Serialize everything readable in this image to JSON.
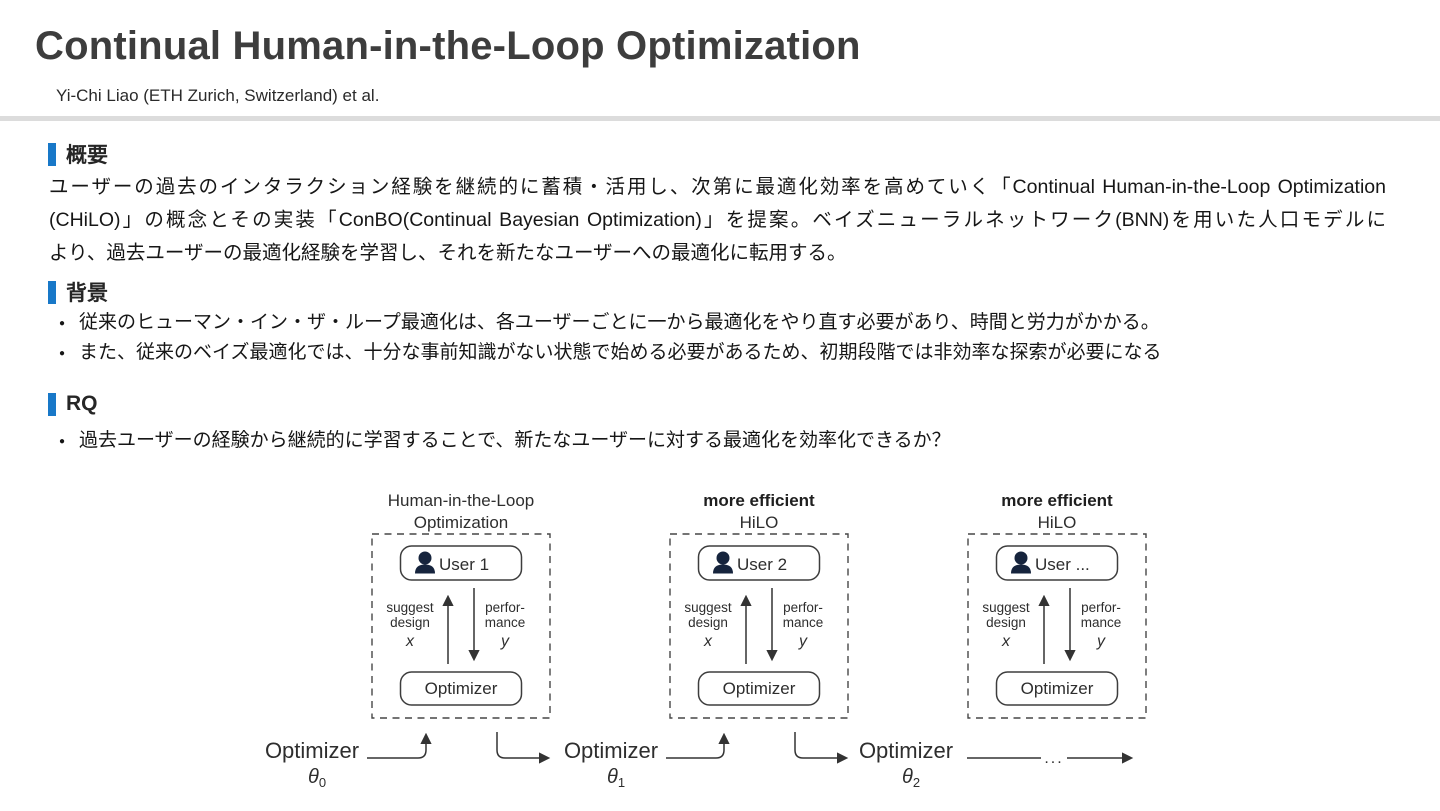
{
  "header": {
    "title": "Continual Human-in-the-Loop Optimization",
    "authors": "Yi-Chi Liao (ETH Zurich, Switzerland) et al."
  },
  "sections": {
    "overview": {
      "heading": "概要",
      "lines": [
        "ユーザーの過去のインタラクション経験を継続的に蓄積・活用し、次第に最適化効率を高めていく「Continual Human-in-the-Loop Optimization",
        "(CHiLO)」の概念とその実装「ConBO(Continual Bayesian Optimization)」を提案。ベイズニューラルネットワーク(BNN)を用いた人口モデルに",
        "より、過去ユーザーの最適化経験を学習し、それを新たなユーザーへの最適化に転用する。"
      ]
    },
    "background": {
      "heading": "背景",
      "bullets": [
        "従来のヒューマン・イン・ザ・ループ最適化は、各ユーザーごとに一から最適化をやり直す必要があり、時間と労力がかかる。",
        "また、従来のベイズ最適化では、十分な事前知識がない状態で始める必要があるため、初期段階では非効率な探索が必要になる"
      ]
    },
    "rq": {
      "heading": "RQ",
      "bullets": [
        "過去ユーザーの経験から継続的に学習することで、新たなユーザーに対する最適化を効率化できるか？"
      ]
    }
  },
  "figure": {
    "panels": [
      {
        "title1": "Human-in-the-Loop",
        "title2": "Optimization",
        "user": "User 1",
        "optimizer": "Optimizer",
        "suggest1": "suggest",
        "suggest2": "design",
        "suggest_var": "x",
        "perf1": "perfor-",
        "perf2": "mance",
        "perf_var": "y"
      },
      {
        "title1": "more efficient",
        "title2": "HiLO",
        "user": "User 2",
        "optimizer": "Optimizer",
        "suggest1": "suggest",
        "suggest2": "design",
        "suggest_var": "x",
        "perf1": "perfor-",
        "perf2": "mance",
        "perf_var": "y"
      },
      {
        "title1": "more efficient",
        "title2": "HiLO",
        "user": "User ...",
        "optimizer": "Optimizer",
        "suggest1": "suggest",
        "suggest2": "design",
        "suggest_var": "x",
        "perf1": "perfor-",
        "perf2": "mance",
        "perf_var": "y"
      }
    ],
    "chain": [
      {
        "label": "Optimizer",
        "theta": "θ",
        "sub": "0"
      },
      {
        "label": "Optimizer",
        "theta": "θ",
        "sub": "1"
      },
      {
        "label": "Optimizer",
        "theta": "θ",
        "sub": "2"
      }
    ],
    "continuation": "..."
  },
  "colors": {
    "accent": "#1878c8",
    "divider": "#dcdcdc",
    "ink": "#161616",
    "figure_stroke": "#3d3d3d",
    "icon_navy": "#16243d"
  }
}
